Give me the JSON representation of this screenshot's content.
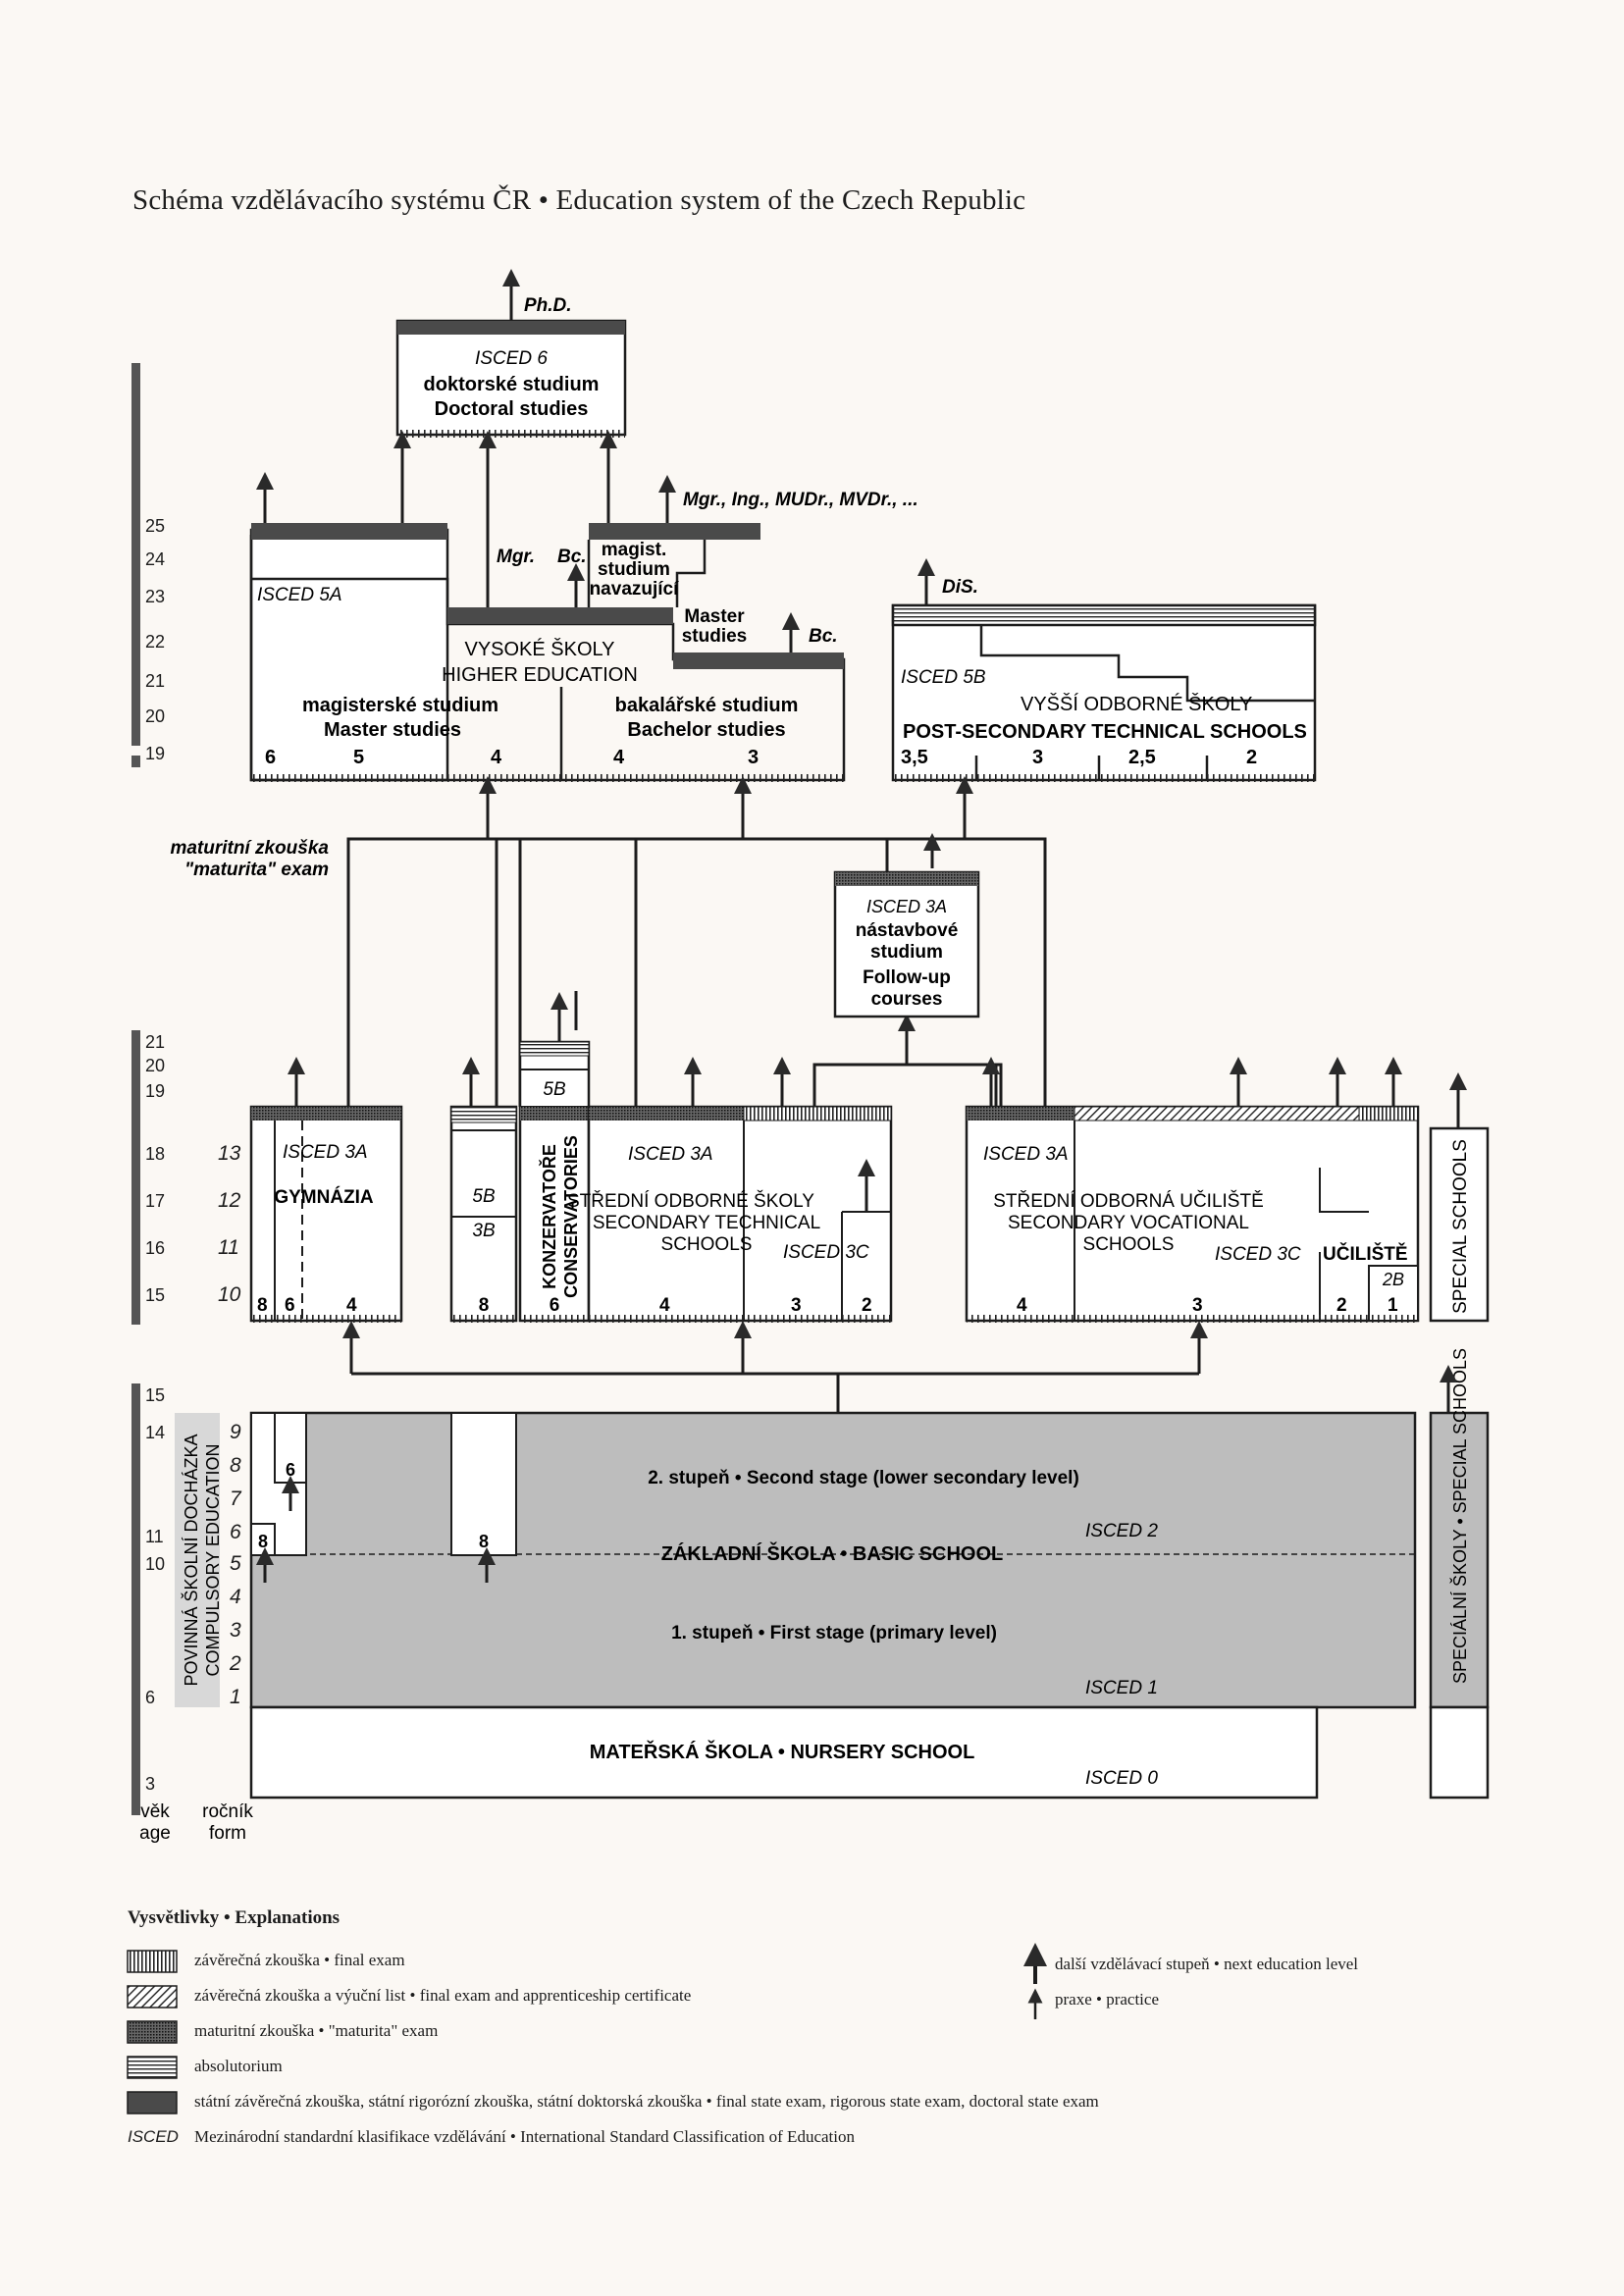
{
  "title": "Schéma vzdělávacího systému ČR • Education system of the Czech Republic",
  "colors": {
    "line": "#1c1c1c",
    "dark_bar": "#4a4a4a",
    "basic_fill": "#bdbdbd",
    "paper": "#fbf8f4"
  },
  "age_axis": {
    "upper": [
      "25",
      "24",
      "23",
      "22",
      "21",
      "20",
      "19"
    ],
    "middle": [
      "21",
      "20",
      "19",
      "18",
      "17",
      "16",
      "15"
    ],
    "lower": [
      "15",
      "14",
      "11",
      "10",
      "6",
      "3"
    ],
    "label": "věk\nage",
    "form_label": "ročník\nform"
  },
  "form_axis": {
    "secondary": [
      "13",
      "12",
      "11",
      "10"
    ],
    "basic": [
      "9",
      "8",
      "7",
      "6",
      "5",
      "4",
      "3",
      "2",
      "1"
    ]
  },
  "compulsory": "POVINNÁ ŠKOLNÍ DOCHÁZKA\nCOMPULSORY EDUCATION",
  "phd": {
    "degree": "Ph.D.",
    "isced": "ISCED 6",
    "cz": "doktorské studium",
    "en": "Doctoral studies"
  },
  "higher_ed": {
    "degrees_top": "Mgr., Ing., MUDr., MVDr., ...",
    "mgr": "Mgr.",
    "bc1": "Bc.",
    "bc2": "Bc.",
    "isced": "ISCED 5A",
    "follow_master": "magist.\nstudium\nnavazující",
    "follow_master_en": "Master\nstudies",
    "name_cz": "VYSOKÉ ŠKOLY",
    "name_en": "HIGHER EDUCATION",
    "master_cz": "magisterské studium",
    "master_en": "Master studies",
    "bachelor_cz": "bakalářské studium",
    "bachelor_en": "Bachelor studies",
    "years": [
      "6",
      "5",
      "4",
      "4",
      "3"
    ]
  },
  "post_secondary": {
    "degree": "DiS.",
    "isced": "ISCED 5B",
    "name_cz": "VYŠŠÍ ODBORNÉ ŠKOLY",
    "name_en": "POST-SECONDARY TECHNICAL SCHOOLS",
    "years": [
      "3,5",
      "3",
      "2,5",
      "2"
    ]
  },
  "maturita_label": "maturitní zkouška\n\"maturita\" exam",
  "followup": {
    "isced": "ISCED 3A",
    "cz": "nástavbové\nstudium",
    "en": "Follow-up\ncourses"
  },
  "gymnazia": {
    "isced": "ISCED 3A",
    "name": "GYMNÁZIA",
    "years": [
      "8",
      "6",
      "4"
    ]
  },
  "basic_8": {
    "isced_a": "5B",
    "isced_b": "3B",
    "year": "8"
  },
  "conservatories": {
    "isced": "5B",
    "name": "KONZERVATOŘE\nCONSERVATORIES",
    "year": "6"
  },
  "technical": {
    "isced": "ISCED 3A",
    "isced_c": "ISCED 3C",
    "cz": "STŘEDNÍ ODBORNÉ ŠKOLY",
    "en": "SECONDARY TECHNICAL\nSCHOOLS",
    "years": [
      "4",
      "3",
      "2"
    ]
  },
  "vocational": {
    "isced": "ISCED 3A",
    "isced_c": "ISCED 3C",
    "cz": "STŘEDNÍ ODBORNÁ UČILIŠTĚ",
    "en": "SECONDARY VOCATIONAL\nSCHOOLS",
    "years": [
      "4",
      "3",
      "2"
    ]
  },
  "uciliste": {
    "name": "UČILIŠTĚ",
    "isced": "2B",
    "year": "1"
  },
  "special": {
    "upper": "SPECIAL SCHOOLS",
    "lower": "SPECIÁLNÍ ŠKOLY • SPECIAL SCHOOLS"
  },
  "basic_school": {
    "second": "2. stupeň • Second stage (lower secondary level)",
    "name": "ZÁKLADNÍ ŠKOLA • BASIC SCHOOL",
    "first": "1. stupeň • First stage (primary level)",
    "isced2": "ISCED 2",
    "isced1": "ISCED 1",
    "box8": "8",
    "box6": "6",
    "box8b": "8"
  },
  "nursery": {
    "name": "MATEŘSKÁ ŠKOLA • NURSERY SCHOOL",
    "isced": "ISCED 0"
  },
  "legend": {
    "title": "Vysvětlivky • Explanations",
    "items": [
      "závěrečná zkouška • final exam",
      "závěrečná zkouška a výuční list • final exam and apprenticeship certificate",
      "maturitní zkouška • \"maturita\" exam",
      "absolutorium",
      "státní závěrečná zkouška, státní rigorózní zkouška, státní doktorská zkouška • final state exam, rigorous state exam, doctoral state exam"
    ],
    "isced_abbr": "ISCED",
    "isced_text": "Mezinárodní standardní klasifikace vzdělávání • International Standard Classification of Education",
    "arrow_next": "další vzdělávací stupeň • next education level",
    "arrow_practice": "praxe • practice"
  }
}
